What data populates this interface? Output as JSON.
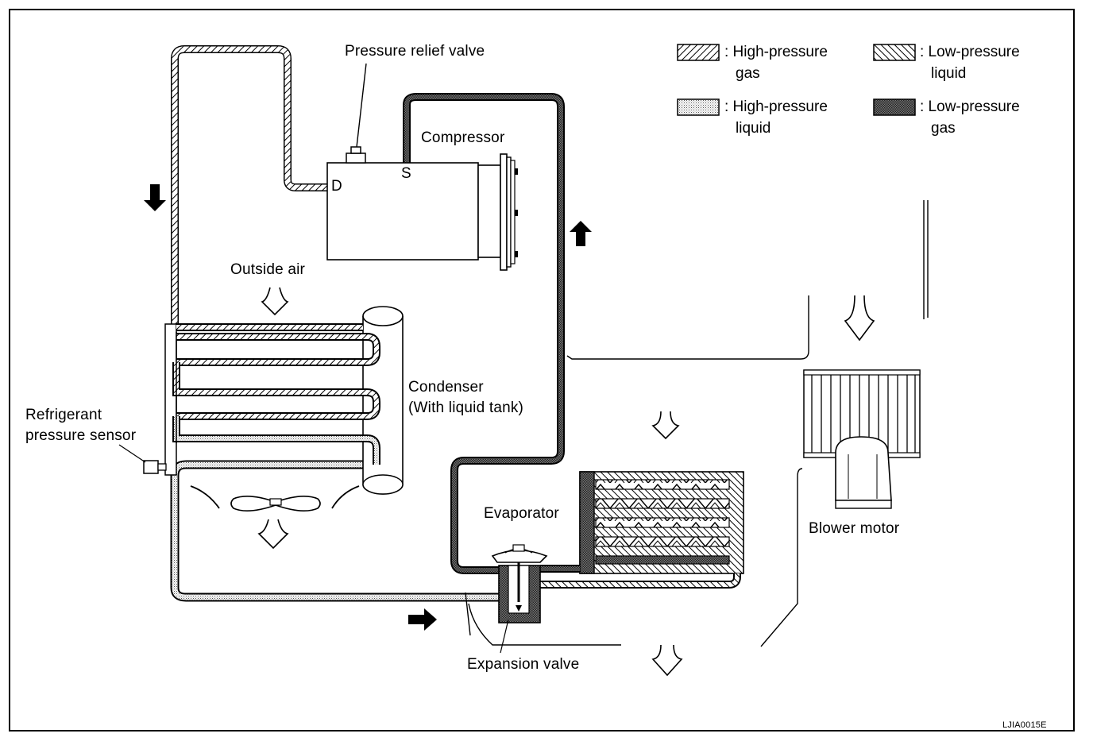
{
  "diagram": {
    "labels": {
      "pressure_relief_valve": "Pressure relief valve",
      "compressor": "Compressor",
      "port_d": "D",
      "port_s": "S",
      "outside_air": "Outside air",
      "condenser_line1": "Condenser",
      "condenser_line2": "(With liquid tank)",
      "sensor_line1": "Refrigerant",
      "sensor_line2": "pressure sensor",
      "evaporator": "Evaporator",
      "expansion_valve": "Expansion valve",
      "blower_motor": "Blower motor",
      "figure_code": "LJIA0015E"
    },
    "legend": [
      {
        "key": "hp_gas",
        "line1": ": High-pressure",
        "line2": "gas",
        "pattern": "diagonal-forward"
      },
      {
        "key": "lp_liquid",
        "line1": ": Low-pressure",
        "line2": "liquid",
        "pattern": "diagonal-backward"
      },
      {
        "key": "hp_liquid",
        "line1": ": High-pressure",
        "line2": "liquid",
        "pattern": "fine-dots"
      },
      {
        "key": "lp_gas",
        "line1": ": Low-pressure",
        "line2": "gas",
        "pattern": "dense-crosshatch"
      }
    ]
  }
}
